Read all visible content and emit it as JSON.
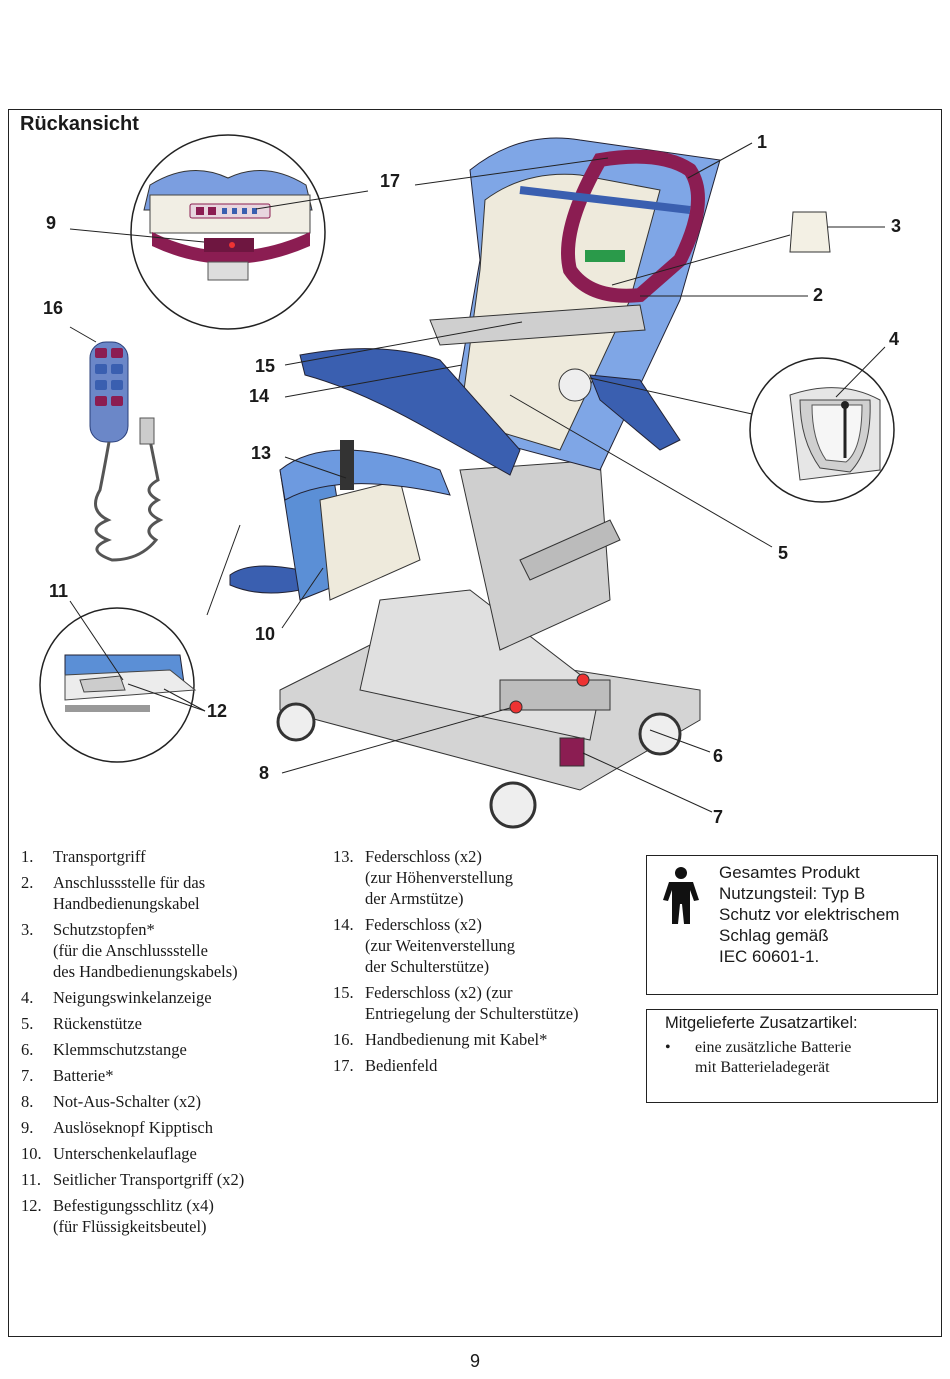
{
  "page": {
    "title": "Rückansicht",
    "number": "9"
  },
  "callouts": [
    "1",
    "2",
    "3",
    "4",
    "5",
    "6",
    "7",
    "8",
    "9",
    "10",
    "11",
    "12",
    "13",
    "14",
    "15",
    "16",
    "17"
  ],
  "legend_left": [
    {
      "num": "1.",
      "text": "Transportgriff"
    },
    {
      "num": "2.",
      "text": "Anschlussstelle für das\nHandbedienungskabel"
    },
    {
      "num": "3.",
      "text": "Schutzstopfen*\n(für die Anschlussstelle\ndes Handbedienungskabels)"
    },
    {
      "num": "4.",
      "text": "Neigungswinkelanzeige"
    },
    {
      "num": "5.",
      "text": "Rückenstütze"
    },
    {
      "num": "6.",
      "text": "Klemmschutzstange"
    },
    {
      "num": "7.",
      "text": "Batterie*"
    },
    {
      "num": "8.",
      "text": "Not-Aus-Schalter (x2)"
    },
    {
      "num": "9.",
      "text": "Auslöseknopf Kipptisch"
    },
    {
      "num": "10.",
      "text": "Unterschenkelauflage"
    },
    {
      "num": "11.",
      "text": "Seitlicher Transportgriff (x2)"
    },
    {
      "num": "12.",
      "text": "Befestigungsschlitz (x4)\n(für Flüssigkeitsbeutel)"
    }
  ],
  "legend_right": [
    {
      "num": "13.",
      "text": "Federschloss (x2)\n(zur Höhenverstellung\nder Armstütze)"
    },
    {
      "num": "14.",
      "text": "Federschloss (x2)\n(zur Weitenverstellung\nder Schulterstütze)"
    },
    {
      "num": "15.",
      "text": "Federschloss (x2) (zur\nEntriegelung der Schulterstütze)"
    },
    {
      "num": "16.",
      "text": "Handbedienung mit Kabel*"
    },
    {
      "num": "17.",
      "text": "Bedienfeld"
    }
  ],
  "safety_box": {
    "icon": "type-b-applied-part-person-icon",
    "text": "Gesamtes Produkt\nNutzungsteil: Typ B\nSchutz vor elektrischem\nSchlag gemäß\nIEC 60601-1."
  },
  "accessory_box": {
    "title": "Mitgelieferte Zusatzartikel:",
    "bullet": "•",
    "item": "eine zusätzliche Batterie\nmit Batterieladegerät"
  },
  "colors": {
    "seat_blue": "#5b8fd6",
    "dark_blue": "#3a5fb0",
    "handle_magenta": "#8b1d52",
    "frame_gray": "#c9c9c9",
    "line": "#222222"
  }
}
